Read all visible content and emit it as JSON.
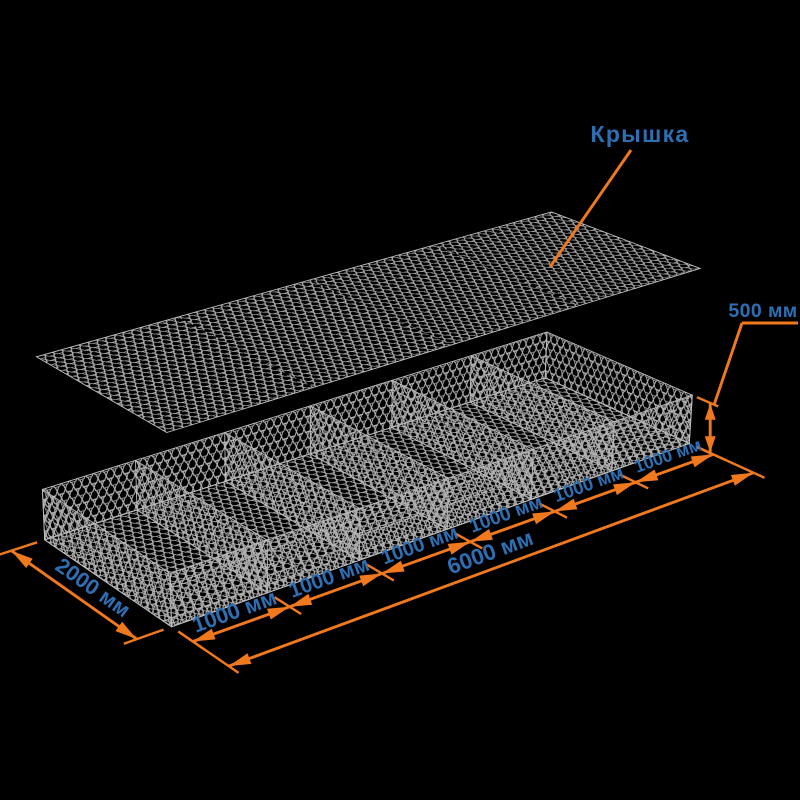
{
  "colors": {
    "background": "#000000",
    "mesh": "#b3b3b3",
    "mesh_edge": "#c0c0c0",
    "dimension": "#f0791e",
    "label": "#2e6fb4"
  },
  "labels": {
    "lid": "Крышка",
    "height": "500 мм",
    "length": "6000 мм",
    "width": "2000 мм"
  },
  "segments": [
    {
      "label": "1000 мм"
    },
    {
      "label": "1000 мм"
    },
    {
      "label": "1000 мм"
    },
    {
      "label": "1000 мм"
    },
    {
      "label": "1000 мм"
    },
    {
      "label": "1000 мм"
    }
  ]
}
